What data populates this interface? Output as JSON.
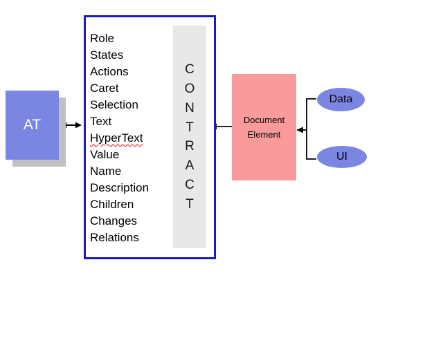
{
  "colors": {
    "shape_blue": "#7b86e2",
    "contract_border_blue": "#1a1acd",
    "column_gray": "#e8e8e8",
    "document_pink": "#fa9a9a",
    "shadow_gray": "#c0c0c0",
    "connector_black": "#000000",
    "spell_check_red": "#ff0000",
    "at_label_white": "#ffffff"
  },
  "at_box": {
    "label": "AT"
  },
  "contract_box": {
    "items": [
      "Role",
      "States",
      "Actions",
      "Caret",
      "Selection",
      "Text",
      "HyperText",
      "Value",
      "Name",
      "Description",
      "Children",
      "Changes",
      "Relations"
    ],
    "vertical_label": "CONTRACT",
    "letters": [
      "C",
      "O",
      "N",
      "T",
      "R",
      "A",
      "C",
      "T"
    ]
  },
  "document_element": {
    "label": "Document Element"
  },
  "data_source": {
    "label": "Data"
  },
  "ui_source": {
    "label": "UI"
  }
}
